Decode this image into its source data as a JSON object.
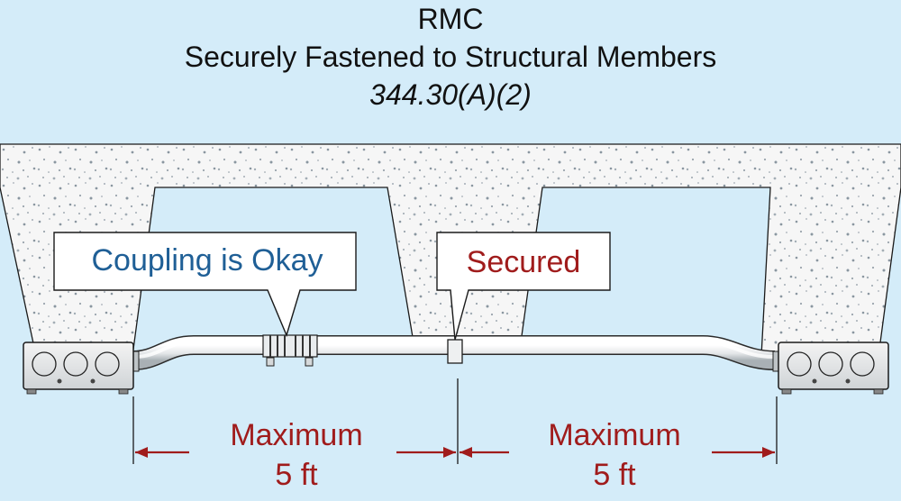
{
  "title": {
    "line1": "RMC",
    "line2": "Securely Fastened to Structural Members",
    "line3": "344.30(A)(2)"
  },
  "callouts": {
    "coupling": "Coupling is Okay",
    "secured": "Secured"
  },
  "dimensions": {
    "left": {
      "line1": "Maximum",
      "line2": "5 ft"
    },
    "right": {
      "line1": "Maximum",
      "line2": "5 ft"
    }
  },
  "colors": {
    "background": "#d4ecf9",
    "concrete": "#f7f7f7",
    "coupling_text": "#1f5f96",
    "secured_text": "#a01c1c",
    "dimension": "#a01c1c"
  }
}
